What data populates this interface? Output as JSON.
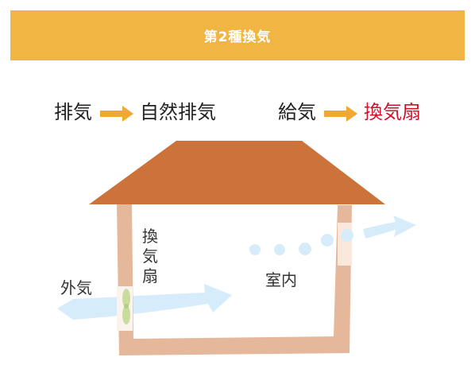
{
  "header": {
    "title": "第2種換気"
  },
  "legend": {
    "exhaust_label": "排気",
    "exhaust_method": "自然排気",
    "supply_label": "給気",
    "supply_method": "換気扇"
  },
  "labels": {
    "outside_air": "外気",
    "fan_char_1": "換",
    "fan_char_2": "気",
    "fan_char_3": "扇",
    "indoor": "室内"
  },
  "colors": {
    "header_bg": "#f0b542",
    "arrow_orange": "#f0a832",
    "roof": "#cb733a",
    "wall": "#e6b89b",
    "airflow": "#d7ecfb",
    "fan": "#c9dc9d",
    "highlight_red": "#d0122b"
  }
}
